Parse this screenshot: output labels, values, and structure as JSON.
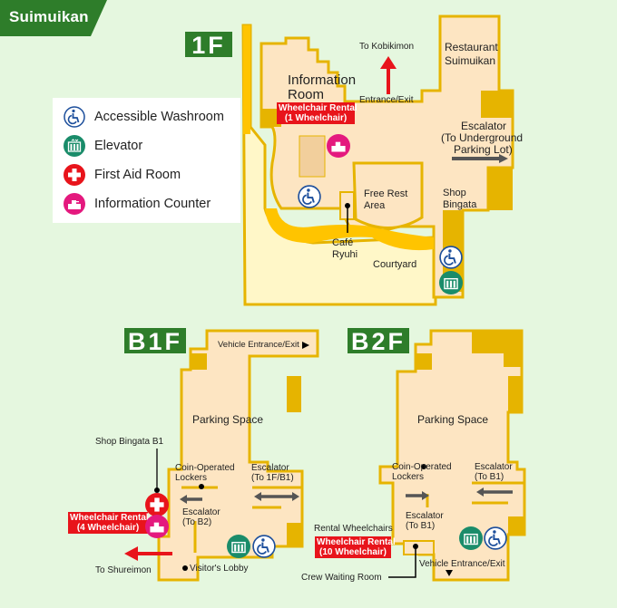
{
  "title": "Suimuikan",
  "colors": {
    "background": "#e5f7df",
    "brand_green": "#2e7d2a",
    "floor_fill": "#fde5c2",
    "wall_yellow": "#e6b400",
    "courtyard_fill": "#fff7c8",
    "wheelchair_tag_red": "#e8141b",
    "washroom_blue": "#1d4f9c",
    "elevator_green": "#1a8c6a",
    "first_aid_red": "#e8141b",
    "info_counter_pink": "#e4197e",
    "arrow_gray": "#555555"
  },
  "legend": {
    "items": [
      {
        "icon": "accessible-washroom-icon",
        "label": "Accessible Washroom"
      },
      {
        "icon": "elevator-icon",
        "label": "Elevator"
      },
      {
        "icon": "first-aid-icon",
        "label": "First Aid Room"
      },
      {
        "icon": "information-counter-icon",
        "label": "Information Counter"
      }
    ]
  },
  "floors": {
    "f1": {
      "badge": "1F",
      "labels": {
        "to_kobikimon": "To Kobikimon",
        "entrance_exit": "Entrance/Exit",
        "restaurant_line1": "Restaurant",
        "restaurant_line2": "Suimuikan",
        "information_line1": "Information",
        "information_line2": "Room",
        "escalator_line1": "Escalator",
        "escalator_line2": "(To Underground",
        "escalator_line3": "Parking Lot)",
        "free_rest_line1": "Free Rest",
        "free_rest_line2": "Area",
        "shop_line1": "Shop",
        "shop_line2": "Bingata",
        "cafe_line1": "Café",
        "cafe_line2": "Ryuhi",
        "courtyard": "Courtyard"
      },
      "wheelchair_tag": {
        "line1": "Wheelchair Rental",
        "line2": "(1 Wheelchair)"
      }
    },
    "b1": {
      "badge": "B1F",
      "labels": {
        "vehicle_entrance": "Vehicle Entrance/Exit",
        "parking": "Parking Space",
        "shop_bingata_b1": "Shop Bingata B1",
        "lockers_line1": "Coin-Operated",
        "lockers_line2": "Lockers",
        "escalator_up_line1": "Escalator",
        "escalator_up_line2": "(To 1F/B1)",
        "escalator_down_line1": "Escalator",
        "escalator_down_line2": "(To B2)",
        "to_shureimon": "To Shureimon",
        "visitors_lobby": "Visitor's Lobby"
      },
      "wheelchair_tag": {
        "line1": "Wheelchair Rental",
        "line2": "(4 Wheelchair)"
      }
    },
    "b2": {
      "badge": "B2F",
      "labels": {
        "parking": "Parking Space",
        "lockers_line1": "Coin-Operated",
        "lockers_line2": "Lockers",
        "escalator_right_line1": "Escalator",
        "escalator_right_line2": "(To B1)",
        "escalator_left_line1": "Escalator",
        "escalator_left_line2": "(To B1)",
        "rental_wheelchairs": "Rental Wheelchairs",
        "crew_waiting": "Crew Waiting Room",
        "vehicle_entrance": "Vehicle Entrance/Exit"
      },
      "wheelchair_tag": {
        "line1": "Wheelchair Rental",
        "line2": "(10 Wheelchair)"
      }
    }
  }
}
